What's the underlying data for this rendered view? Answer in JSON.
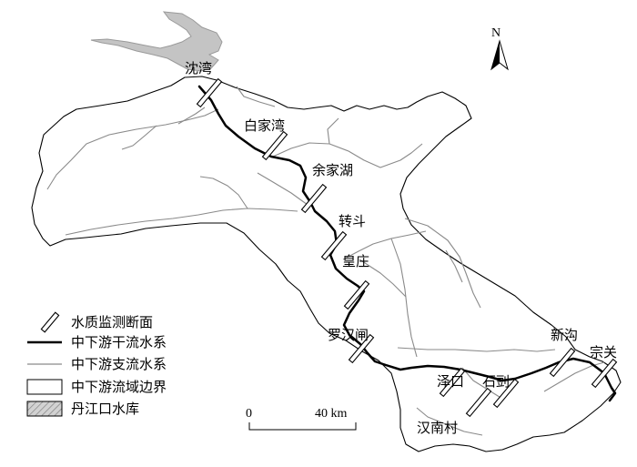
{
  "north": {
    "label": "N"
  },
  "stations": [
    {
      "id": "shenwan",
      "name": "沈湾"
    },
    {
      "id": "baijiawan",
      "name": "白家湾"
    },
    {
      "id": "yujiahu",
      "name": "余家湖"
    },
    {
      "id": "zhuandou",
      "name": "转斗"
    },
    {
      "id": "huangzhuang",
      "name": "皇庄"
    },
    {
      "id": "luohanzha",
      "name": "罗汉闸"
    },
    {
      "id": "zekou",
      "name": "泽口"
    },
    {
      "id": "shipai",
      "name": "石剅"
    },
    {
      "id": "hannancun",
      "name": "汉南村"
    },
    {
      "id": "xingou",
      "name": "新沟"
    },
    {
      "id": "zongguan",
      "name": "宗关"
    }
  ],
  "legend": [
    {
      "key": "station",
      "label": "水质监测断面"
    },
    {
      "key": "mainstream",
      "label": "中下游干流水系"
    },
    {
      "key": "tributary",
      "label": "中下游支流水系"
    },
    {
      "key": "boundary",
      "label": "中下游流域边界"
    },
    {
      "key": "reservoir",
      "label": "丹江口水库"
    }
  ],
  "scale": {
    "start": "0",
    "end": "40 km"
  },
  "colors": {
    "mainstream": "#000000",
    "tributary": "#8a8a8a",
    "boundary": "#000000",
    "reservoir": "#c4c4c4"
  }
}
